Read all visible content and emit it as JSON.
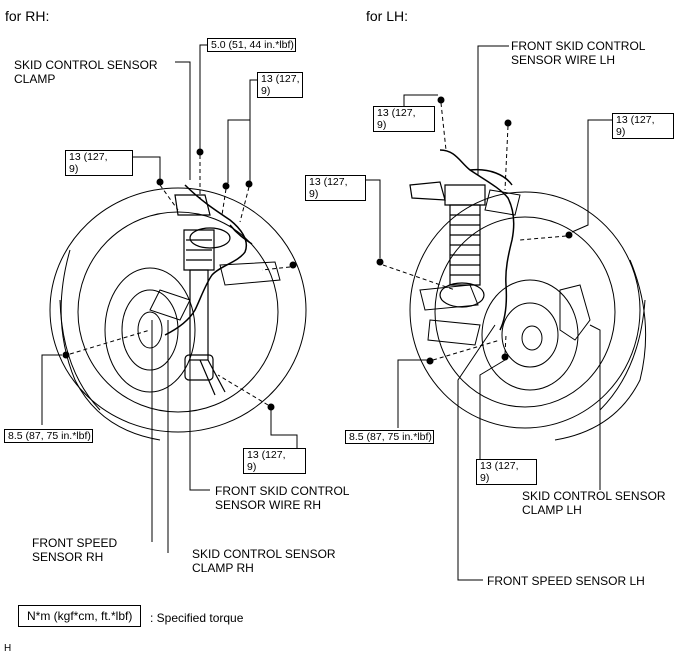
{
  "headers": {
    "rh": "for RH:",
    "lh": "for LH:"
  },
  "rh_labels": {
    "clamp_top": "SKID CONTROL SENSOR\nCLAMP",
    "wire": "FRONT SKID CONTROL\nSENSOR WIRE RH",
    "speed_sensor": "FRONT SPEED\nSENSOR RH",
    "clamp_bottom": "SKID CONTROL SENSOR\nCLAMP RH"
  },
  "lh_labels": {
    "wire": "FRONT SKID CONTROL\nSENSOR WIRE LH",
    "clamp": "SKID CONTROL SENSOR\nCLAMP LH",
    "speed_sensor": "FRONT SPEED SENSOR LH"
  },
  "torques": {
    "rh_top": "5.0 (51, 44 in.*lbf)",
    "rh_13_a": "13 (127,\n9)",
    "rh_13_b": "13 (127,\n9)",
    "rh_13_c": "13 (127,\n9)",
    "rh_85": "8.5 (87, 75 in.*lbf)",
    "lh_13_a": "13 (127,\n9)",
    "lh_13_b": "13 (127,\n9)",
    "lh_13_c": "13 (127,\n9)",
    "lh_13_d": "13 (127,\n9)",
    "lh_85": "8.5 (87, 75 in.*lbf)"
  },
  "legend": {
    "units": "N*m (kgf*cm, ft.*lbf)",
    "description": ": Specified torque"
  },
  "footer": {
    "code": "H"
  }
}
